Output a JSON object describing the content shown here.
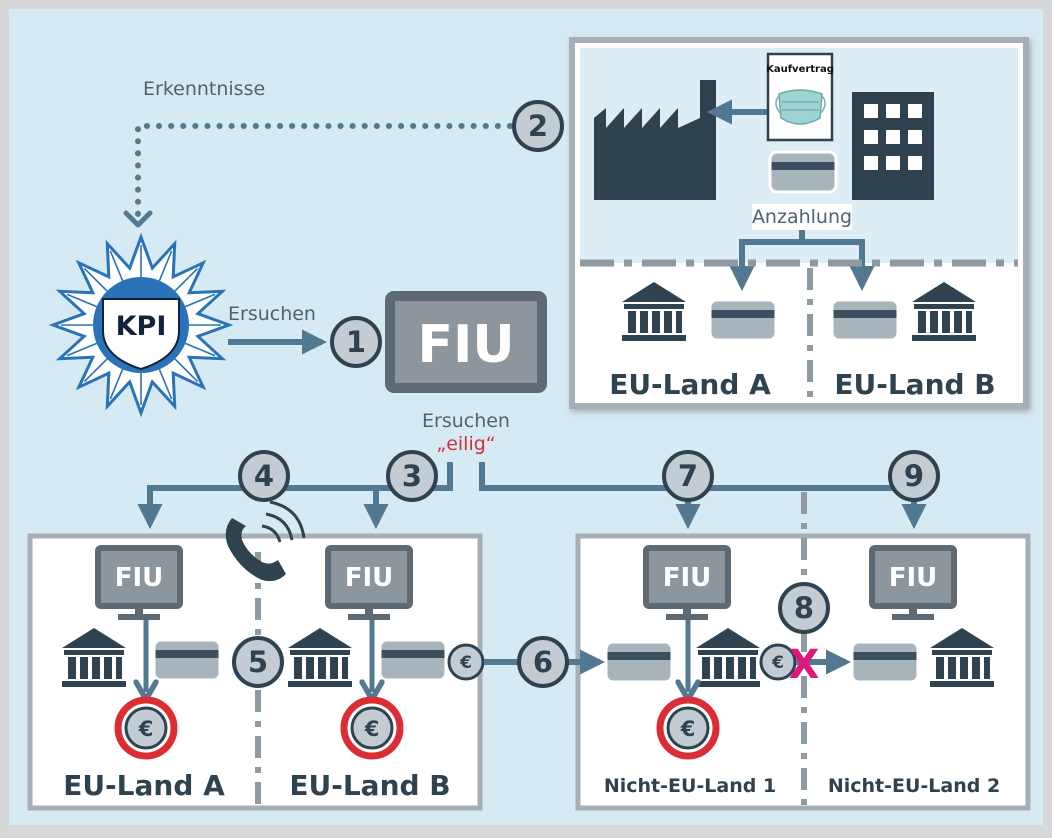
{
  "labels": {
    "erkenntnisse": "Erkenntnisse",
    "ersuchen_top": "Ersuchen",
    "ersuchen_mid": "Ersuchen",
    "eilig": "„eilig“",
    "anzahlung": "Anzahlung",
    "kaufvertrag": "Kaufvertrag",
    "kpi": "KPI",
    "fiu": "FIU",
    "euro": "€"
  },
  "steps": [
    "1",
    "2",
    "3",
    "4",
    "5",
    "6",
    "7",
    "8",
    "9"
  ],
  "lands": {
    "top_a": "EU-Land A",
    "top_b": "EU-Land B",
    "bottom_a": "EU-Land A",
    "bottom_b": "EU-Land B",
    "non_eu_1": "Nicht-EU-Land 1",
    "non_eu_2": "Nicht-EU-Land 2"
  },
  "blocked_marker": "X",
  "colors": {
    "background": "#d6eaf4",
    "frame": "#a6afb6",
    "arrow": "#52798f",
    "dark": "#2f4250",
    "monitor": "#8d969d",
    "monitor_border": "#5e6a73",
    "freeze_ring": "#dc2d34",
    "blocked": "#e0177a",
    "highlight_text": "#d2303a"
  },
  "icons": [
    "police-star-icon",
    "monitor-icon",
    "factory-icon",
    "office-building-icon",
    "contract-document-icon",
    "face-mask-icon",
    "bank-icon",
    "credit-card-icon",
    "euro-coin-icon",
    "phone-icon"
  ]
}
